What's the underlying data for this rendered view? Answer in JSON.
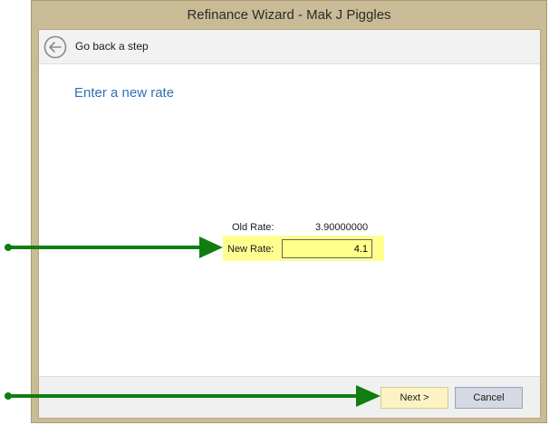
{
  "window": {
    "title": "Refinance Wizard - Mak J Piggles"
  },
  "nav": {
    "back_label": "Go back a step"
  },
  "main": {
    "heading": "Enter a new rate",
    "old_rate_label": "Old Rate:",
    "old_rate_value": "3.90000000",
    "new_rate_label": "New Rate:",
    "new_rate_value": "4.1"
  },
  "footer": {
    "next_label": "Next >",
    "cancel_label": "Cancel"
  },
  "colors": {
    "annotation_arrow": "#0f7d0f",
    "highlight": "#ffff90",
    "heading_blue": "#2f72b0"
  }
}
